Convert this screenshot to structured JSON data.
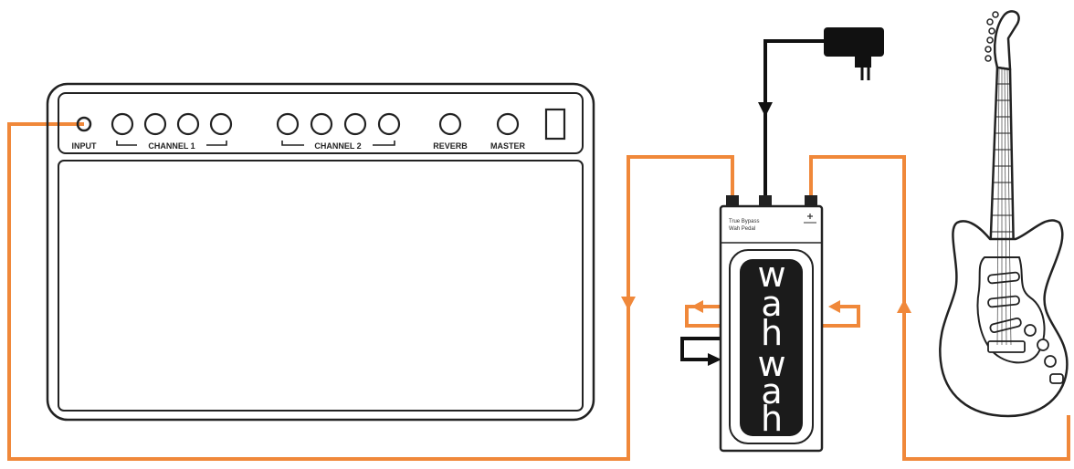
{
  "amp": {
    "input_label": "INPUT",
    "channel1_label": "CHANNEL 1",
    "channel2_label": "CHANNEL 2",
    "reverb_label": "REVERB",
    "master_label": "MASTER"
  },
  "pedal": {
    "brand_line1": "True Bypass",
    "brand_line2": "Wah Pedal",
    "wah_letters_top": [
      "w",
      "a",
      "h"
    ],
    "wah_letters_bottom": [
      "w",
      "a",
      "h"
    ]
  },
  "colors": {
    "cable": "#f0883a",
    "outline": "#222222",
    "tread": "#1b1b1b",
    "power": "#111111"
  }
}
